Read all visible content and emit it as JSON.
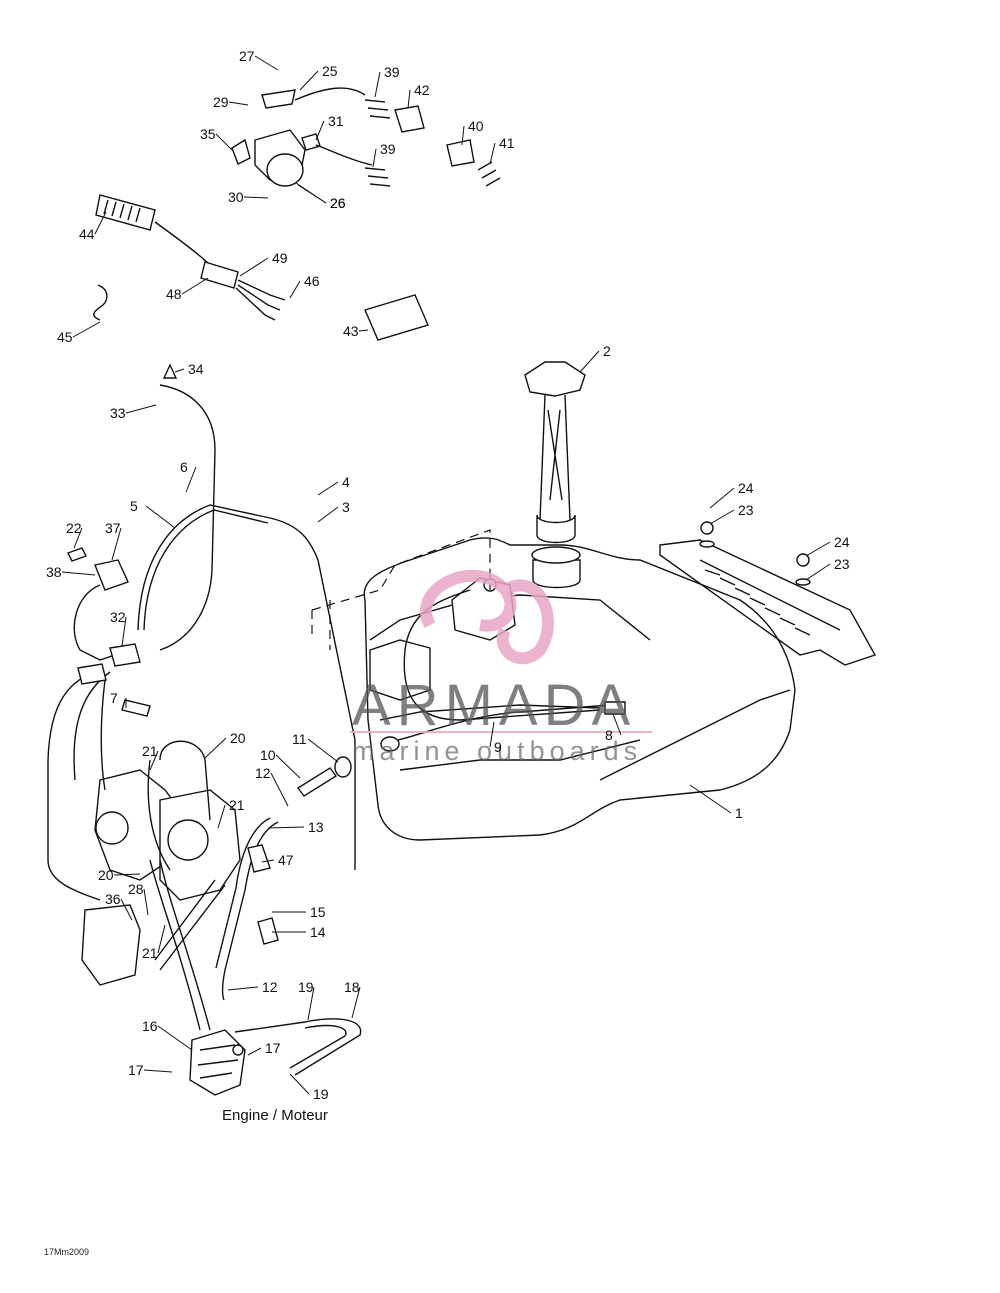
{
  "caption": "Engine / Moteur",
  "drawing_code": "17Mm2009",
  "watermark": {
    "brand": "ARMADA",
    "tagline": "marine outboards"
  },
  "callouts": [
    "1",
    "2",
    "3",
    "4",
    "5",
    "6",
    "7",
    "8",
    "9",
    "10",
    "11",
    "12",
    "12",
    "13",
    "14",
    "15",
    "16",
    "17",
    "17",
    "18",
    "19",
    "19",
    "20",
    "20",
    "21",
    "21",
    "21",
    "22",
    "23",
    "23",
    "24",
    "24",
    "25",
    "26",
    "26",
    "27",
    "28",
    "29",
    "30",
    "31",
    "32",
    "33",
    "34",
    "35",
    "36",
    "37",
    "38",
    "39",
    "39",
    "40",
    "41",
    "42",
    "43",
    "44",
    "45",
    "46",
    "47",
    "48",
    "49"
  ]
}
